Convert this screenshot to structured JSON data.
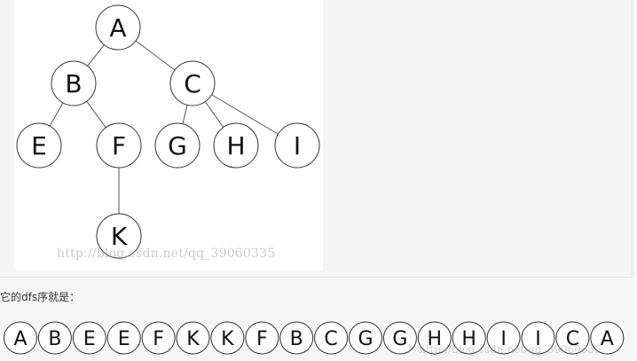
{
  "tree": {
    "nodes": [
      {
        "id": "A",
        "label": "A"
      },
      {
        "id": "B",
        "label": "B"
      },
      {
        "id": "C",
        "label": "C"
      },
      {
        "id": "E",
        "label": "E"
      },
      {
        "id": "F",
        "label": "F"
      },
      {
        "id": "G",
        "label": "G"
      },
      {
        "id": "H",
        "label": "H"
      },
      {
        "id": "I",
        "label": "I"
      },
      {
        "id": "K",
        "label": "K"
      }
    ],
    "edges": [
      [
        "A",
        "B"
      ],
      [
        "A",
        "C"
      ],
      [
        "B",
        "E"
      ],
      [
        "B",
        "F"
      ],
      [
        "C",
        "G"
      ],
      [
        "C",
        "H"
      ],
      [
        "C",
        "I"
      ],
      [
        "F",
        "K"
      ]
    ],
    "watermark": "http://blog.csdn.net/qq_39060335"
  },
  "caption": "它的dfs序就是：",
  "dfs_sequence": [
    "A",
    "B",
    "E",
    "E",
    "F",
    "K",
    "K",
    "F",
    "B",
    "C",
    "G",
    "G",
    "H",
    "H",
    "I",
    "I",
    "C",
    "A"
  ],
  "sequence_watermark": "http://blog.csdn.net/qq_39060335",
  "colors": {
    "node_stroke": "#333333",
    "edge": "#555555",
    "text": "#111111"
  }
}
